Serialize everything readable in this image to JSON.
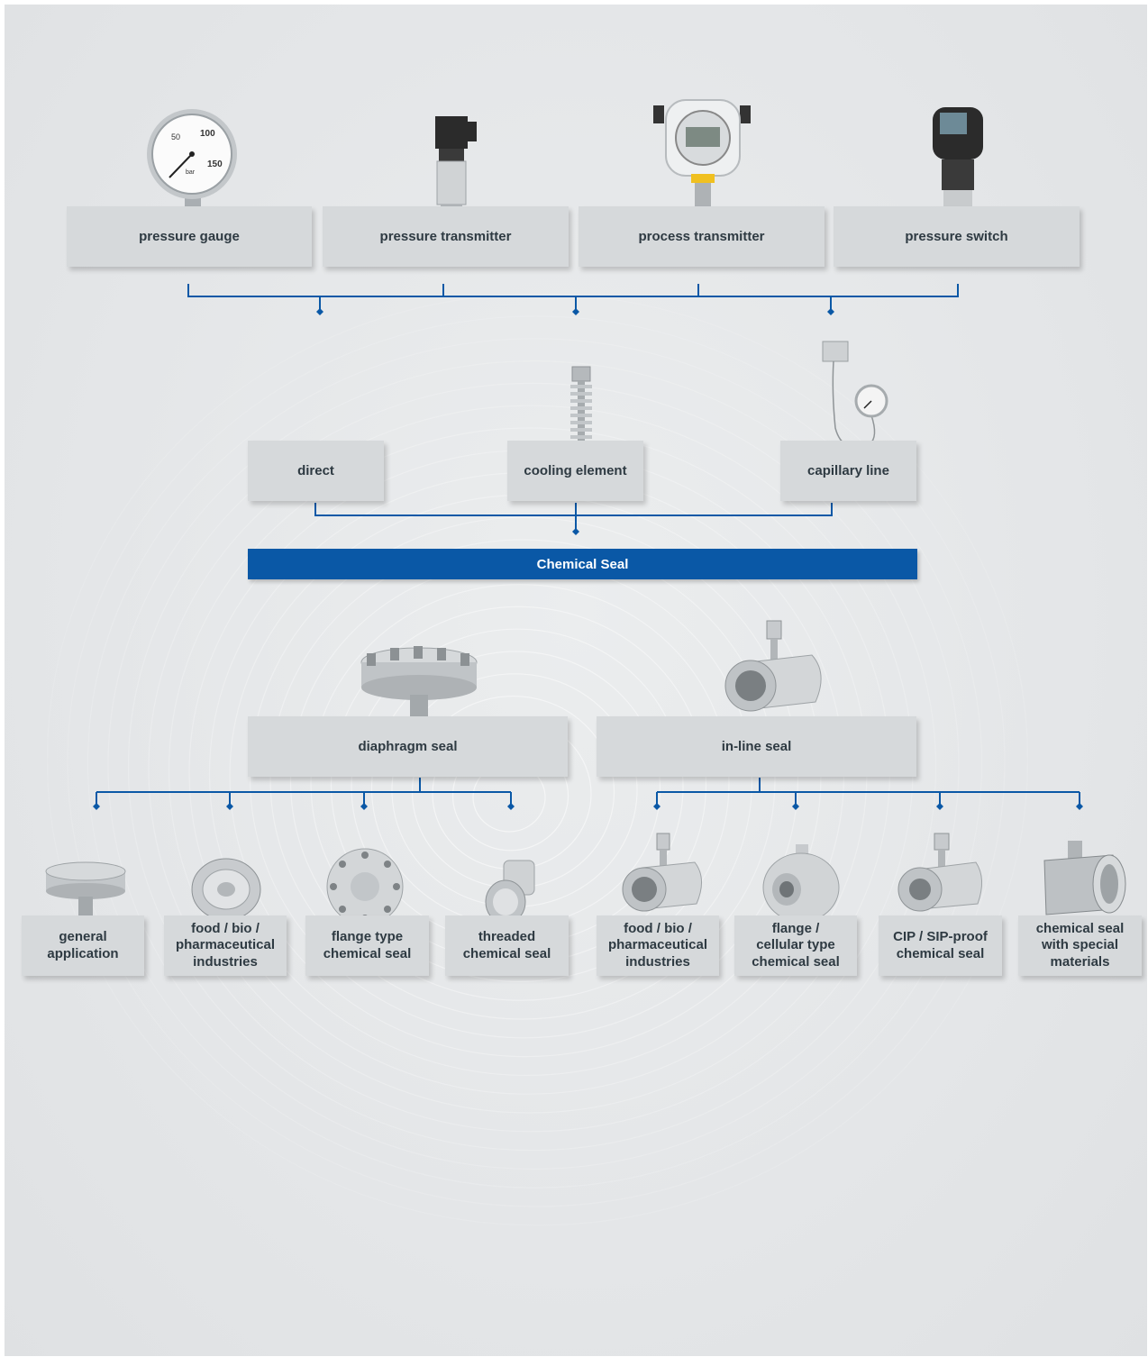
{
  "instruments": [
    {
      "label": "pressure gauge",
      "icon": "pressure-gauge-icon"
    },
    {
      "label": "pressure transmitter",
      "icon": "pressure-transmitter-icon"
    },
    {
      "label": "process transmitter",
      "icon": "process-transmitter-icon"
    },
    {
      "label": "pressure switch",
      "icon": "pressure-switch-icon"
    }
  ],
  "mounting": [
    {
      "label": "direct"
    },
    {
      "label": "cooling element",
      "icon": "cooling-element-icon"
    },
    {
      "label": "capillary line",
      "icon": "capillary-line-icon"
    }
  ],
  "main": {
    "label": "Chemical Seal"
  },
  "seal_types": [
    {
      "label": "diaphragm seal",
      "icon": "diaphragm-seal-icon"
    },
    {
      "label": "in-line seal",
      "icon": "in-line-seal-icon"
    }
  ],
  "diaphragm_children": [
    {
      "label": "general\napplication",
      "icon": "diaphragm-seal-icon"
    },
    {
      "label": "food / bio /\npharmaceutical\nindustries",
      "icon": "sanitary-seal-icon"
    },
    {
      "label": "flange type\nchemical seal",
      "icon": "flange-disc-icon"
    },
    {
      "label": "threaded\nchemical seal",
      "icon": "threaded-seal-icon"
    }
  ],
  "inline_children": [
    {
      "label": "food / bio /\npharmaceutical\nindustries",
      "icon": "in-line-seal-icon"
    },
    {
      "label": "flange /\ncellular type\nchemical seal",
      "icon": "flange-cell-icon"
    },
    {
      "label": "CIP / SIP-proof\nchemical seal",
      "icon": "in-line-seal-icon"
    },
    {
      "label": "chemical seal\nwith special\nmaterials",
      "icon": "special-material-seal-icon"
    }
  ],
  "colors": {
    "accent": "#0a58a6",
    "box": "#d6d9db",
    "text": "#2e3a42",
    "background": "#e5e7e9"
  }
}
